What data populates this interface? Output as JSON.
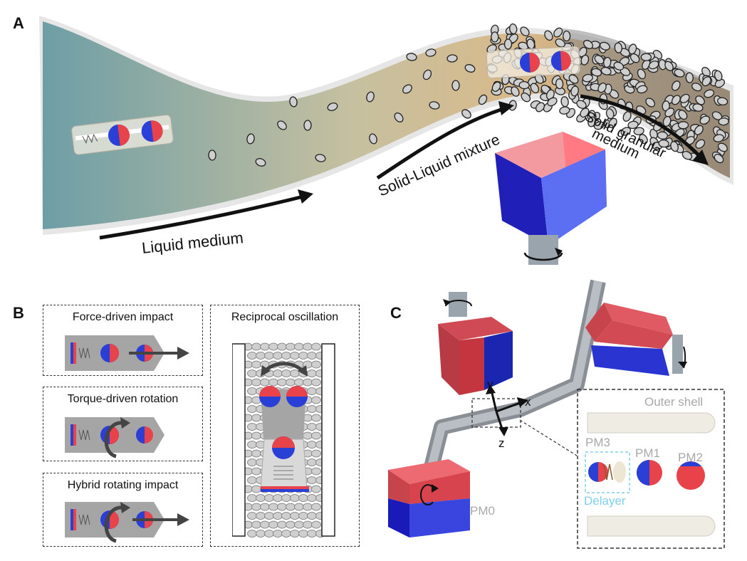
{
  "panels": {
    "a": "A",
    "b": "B",
    "c": "C"
  },
  "panel_a": {
    "liquid_label": "Liquid medium",
    "mixture_label": "Solid-Liquid mixture",
    "granular_label_line1": "Solid granular",
    "granular_label_line2": "medium"
  },
  "panel_b": {
    "force_title": "Force-driven impact",
    "torque_title": "Torque-driven rotation",
    "hybrid_title": "Hybrid rotating impact",
    "reciprocal_title": "Reciprocal oscillation"
  },
  "panel_c": {
    "axis_x": "x",
    "axis_y": "y",
    "axis_z": "z",
    "outer_shell": "Outer shell",
    "pm0": "PM0",
    "pm1": "PM1",
    "pm2": "PM2",
    "pm3": "PM3",
    "delayer": "Delayer"
  },
  "colors": {
    "magnet_red": "#e8424a",
    "magnet_blue": "#2a3fd6",
    "liquid_start": "#6fa1a8",
    "liquid_end": "#c9a774",
    "arrow": "#111111",
    "delayer_blue": "#7fd0ee"
  }
}
